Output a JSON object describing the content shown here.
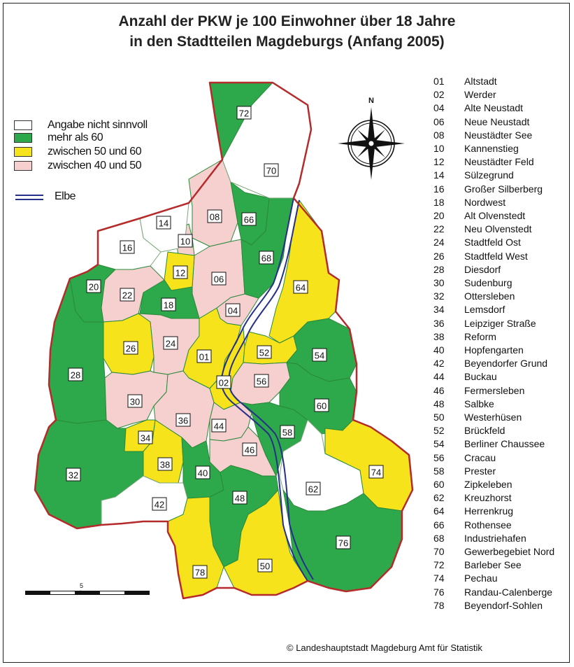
{
  "title_line1": "Anzahl der PKW je 100 Einwohner über 18 Jahre",
  "title_line2": "in den Stadtteilen Magdeburgs (Anfang 2005)",
  "colors": {
    "none": "#ffffff",
    "over60": "#2da84a",
    "50to60": "#f7e31c",
    "40to50": "#f6cfcf",
    "border": "#b52a2a",
    "river": "#26308a",
    "inner_border": "#2a8a3a"
  },
  "legend": [
    {
      "label": "Angabe nicht sinnvoll",
      "color": "#ffffff"
    },
    {
      "label": "mehr als 60",
      "color": "#2da84a"
    },
    {
      "label": "zwischen 50 und 60",
      "color": "#f7e31c"
    },
    {
      "label": "zwischen 40 und 50",
      "color": "#f6cfcf"
    }
  ],
  "elbe_label": "Elbe",
  "compass_label": "N",
  "scale_label": "5 km",
  "copyright": "© Landeshauptstadt Magdeburg    Amt für Statistik",
  "districts": [
    {
      "code": "01",
      "name": "Altstadt",
      "category": "50to60"
    },
    {
      "code": "02",
      "name": "Werder",
      "category": "50to60"
    },
    {
      "code": "04",
      "name": "Alte Neustadt",
      "category": "40to50"
    },
    {
      "code": "06",
      "name": "Neue Neustadt",
      "category": "40to50"
    },
    {
      "code": "08",
      "name": "Neustädter See",
      "category": "40to50"
    },
    {
      "code": "10",
      "name": "Kannenstieg",
      "category": "40to50"
    },
    {
      "code": "12",
      "name": "Neustädter Feld",
      "category": "50to60"
    },
    {
      "code": "14",
      "name": "Sülzegrund",
      "category": "none"
    },
    {
      "code": "16",
      "name": "Großer Silberberg",
      "category": "none"
    },
    {
      "code": "18",
      "name": "Nordwest",
      "category": "over60"
    },
    {
      "code": "20",
      "name": "Alt Olvenstedt",
      "category": "over60"
    },
    {
      "code": "22",
      "name": "Neu Olvenstedt",
      "category": "40to50"
    },
    {
      "code": "24",
      "name": "Stadtfeld Ost",
      "category": "40to50"
    },
    {
      "code": "26",
      "name": "Stadtfeld West",
      "category": "50to60"
    },
    {
      "code": "28",
      "name": "Diesdorf",
      "category": "over60"
    },
    {
      "code": "30",
      "name": "Sudenburg",
      "category": "40to50"
    },
    {
      "code": "32",
      "name": "Ottersleben",
      "category": "over60"
    },
    {
      "code": "34",
      "name": "Lemsdorf",
      "category": "50to60"
    },
    {
      "code": "36",
      "name": "Leipziger Straße",
      "category": "40to50"
    },
    {
      "code": "38",
      "name": "Reform",
      "category": "50to60"
    },
    {
      "code": "40",
      "name": "Hopfengarten",
      "category": "over60"
    },
    {
      "code": "42",
      "name": "Beyendorfer Grund",
      "category": "none"
    },
    {
      "code": "44",
      "name": "Buckau",
      "category": "40to50"
    },
    {
      "code": "46",
      "name": "Fermersleben",
      "category": "40to50"
    },
    {
      "code": "48",
      "name": "Salbke",
      "category": "over60"
    },
    {
      "code": "50",
      "name": "Westerhüsen",
      "category": "50to60"
    },
    {
      "code": "52",
      "name": "Brückfeld",
      "category": "50to60"
    },
    {
      "code": "54",
      "name": "Berliner Chaussee",
      "category": "over60"
    },
    {
      "code": "56",
      "name": "Cracau",
      "category": "40to50"
    },
    {
      "code": "58",
      "name": "Prester",
      "category": "over60"
    },
    {
      "code": "60",
      "name": "Zipkeleben",
      "category": "over60"
    },
    {
      "code": "62",
      "name": "Kreuzhorst",
      "category": "none"
    },
    {
      "code": "64",
      "name": "Herrenkrug",
      "category": "50to60"
    },
    {
      "code": "66",
      "name": "Rothensee",
      "category": "over60"
    },
    {
      "code": "68",
      "name": "Industriehafen",
      "category": "over60"
    },
    {
      "code": "70",
      "name": "Gewerbegebiet Nord",
      "category": "none"
    },
    {
      "code": "72",
      "name": "Barleber See",
      "category": "over60"
    },
    {
      "code": "74",
      "name": "Pechau",
      "category": "50to60"
    },
    {
      "code": "76",
      "name": "Randau-Calenberge",
      "category": "over60"
    },
    {
      "code": "78",
      "name": "Beyendorf-Sohlen",
      "category": "50to60"
    }
  ]
}
